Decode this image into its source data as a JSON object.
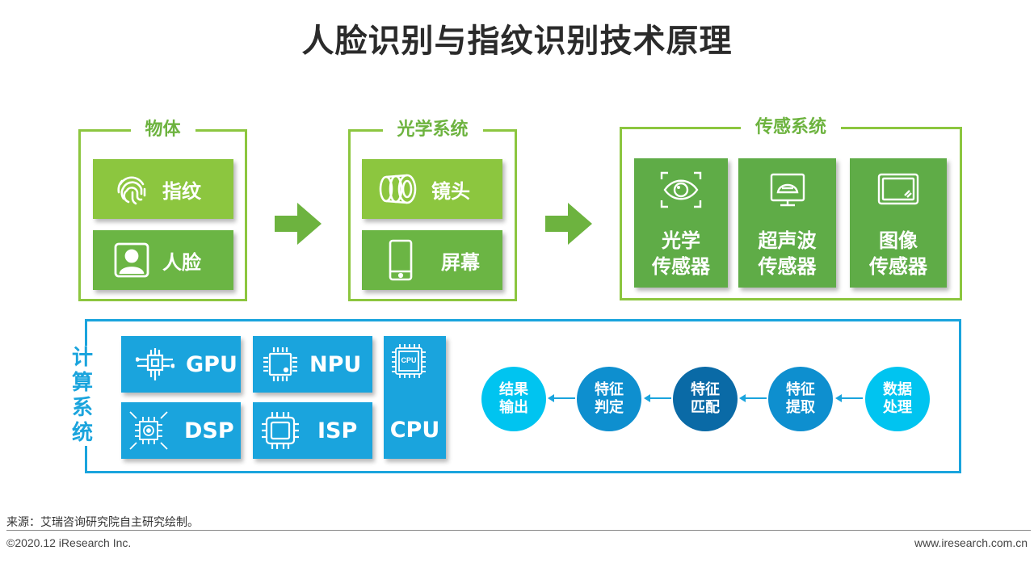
{
  "title": "人脸识别与指纹识别技术原理",
  "object_group": {
    "label": "物体",
    "items": [
      {
        "label": "指纹",
        "icon": "fingerprint-icon"
      },
      {
        "label": "人脸",
        "icon": "face-portrait-icon"
      }
    ]
  },
  "optics_group": {
    "label": "光学系统",
    "items": [
      {
        "label": "镜头",
        "icon": "lens-icon"
      },
      {
        "label": "屏幕",
        "icon": "phone-screen-icon"
      }
    ]
  },
  "sensor_group": {
    "label": "传感系统",
    "items": [
      {
        "label_line1": "光学",
        "label_line2": "传感器",
        "icon": "eye-scan-icon"
      },
      {
        "label_line1": "超声波",
        "label_line2": "传感器",
        "icon": "ultrasound-icon"
      },
      {
        "label_line1": "图像",
        "label_line2": "传感器",
        "icon": "image-sensor-icon"
      }
    ]
  },
  "compute_group": {
    "label": "计算系统",
    "chips": [
      {
        "label": "GPU",
        "icon": "chip-circuit-icon"
      },
      {
        "label": "NPU",
        "icon": "chip-icon"
      },
      {
        "label": "DSP",
        "icon": "chip-gear-icon"
      },
      {
        "label": "ISP",
        "icon": "processor-icon"
      },
      {
        "label": "CPU",
        "icon": "cpu-icon",
        "icon_text": "CPU"
      }
    ],
    "pipeline": [
      {
        "line1": "结果",
        "line2": "输出"
      },
      {
        "line1": "特征",
        "line2": "判定"
      },
      {
        "line1": "特征",
        "line2": "匹配"
      },
      {
        "line1": "特征",
        "line2": "提取"
      },
      {
        "line1": "数据",
        "line2": "处理"
      }
    ]
  },
  "footer": {
    "source": "来源：艾瑞咨询研究院自主研究绘制。",
    "copyright": "©2020.12 iResearch Inc.",
    "website": "www.iresearch.com.cn"
  },
  "colors": {
    "green_light": "#8cc63f",
    "green_mid": "#6bb544",
    "green_dark": "#5fac47",
    "blue": "#1aa4dd",
    "circle_light": "#00c4f0",
    "circle_mid": "#0e8fcf",
    "circle_dark": "#0a6aa6"
  }
}
